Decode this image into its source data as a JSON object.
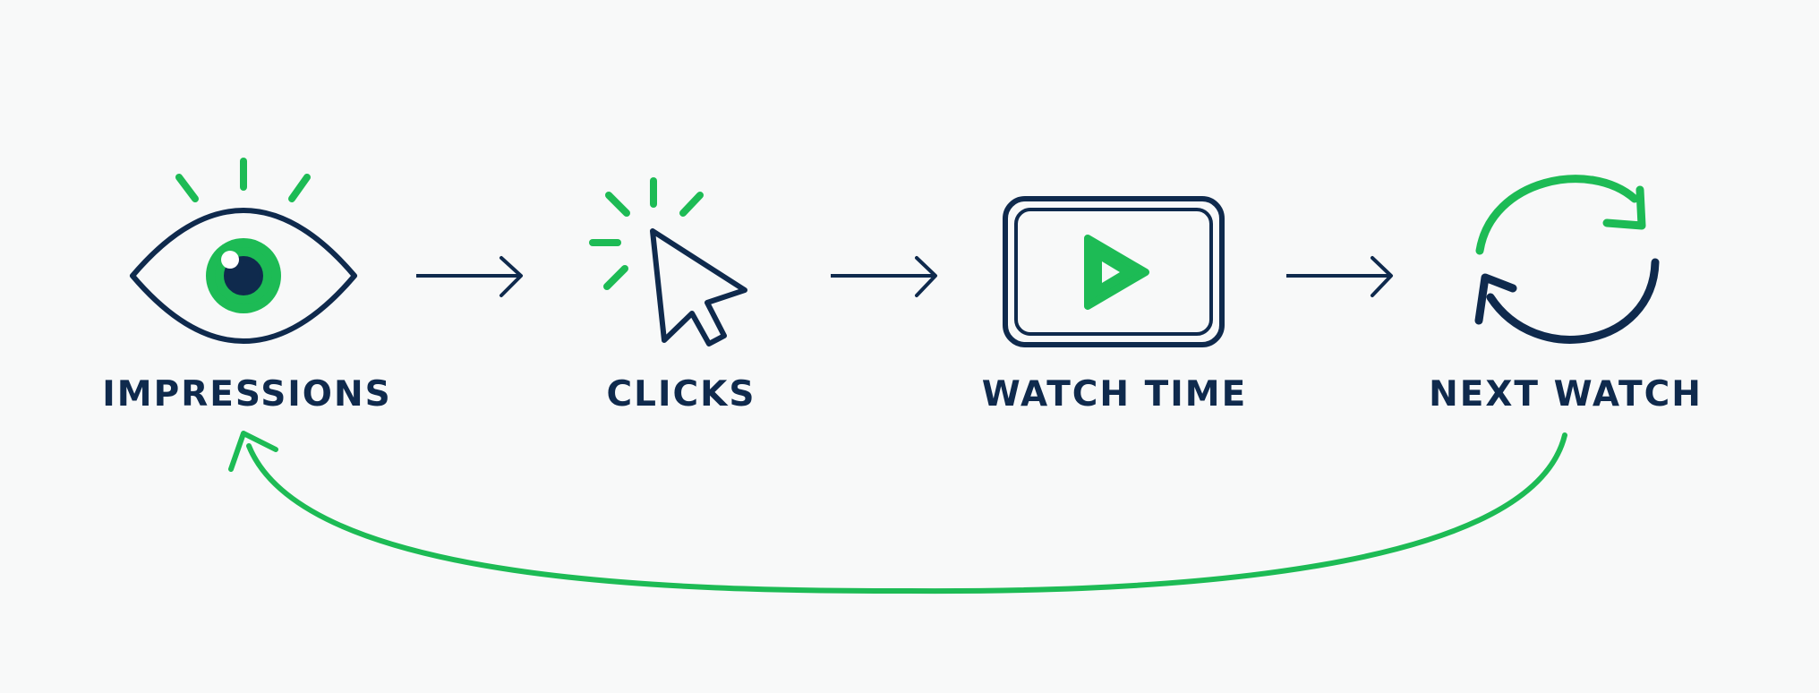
{
  "colors": {
    "navy": "#0f2a4d",
    "green": "#1dbb55",
    "background": "#f8f9f9"
  },
  "steps": [
    {
      "label": "IMPRESSIONS",
      "icon": "eye-icon"
    },
    {
      "label": "CLICKS",
      "icon": "cursor-click-icon"
    },
    {
      "label": "WATCH TIME",
      "icon": "video-player-icon"
    },
    {
      "label": "NEXT WATCH",
      "icon": "refresh-cycle-icon"
    }
  ],
  "connectors": [
    {
      "from": "IMPRESSIONS",
      "to": "CLICKS",
      "icon": "arrow-right-icon"
    },
    {
      "from": "CLICKS",
      "to": "WATCH TIME",
      "icon": "arrow-right-icon"
    },
    {
      "from": "WATCH TIME",
      "to": "NEXT WATCH",
      "icon": "arrow-right-icon"
    },
    {
      "from": "NEXT WATCH",
      "to": "IMPRESSIONS",
      "icon": "loop-back-arrow-icon"
    }
  ]
}
